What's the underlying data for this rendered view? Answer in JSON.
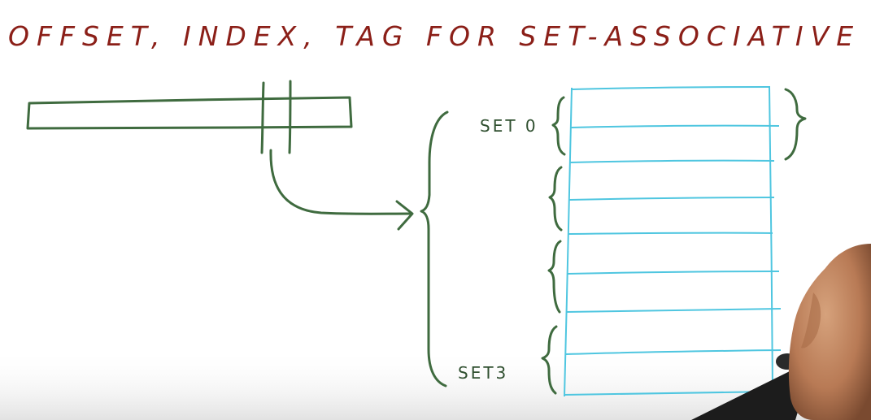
{
  "title": "OFFSET, INDEX, TAG   FOR  SET-ASSOCIATIVE",
  "labels": {
    "set_first": "SET 0",
    "set_last": "SET3"
  },
  "colors": {
    "title_ink": "#8b1f18",
    "marker_green": "#3f6b3f",
    "grid_cyan": "#4fc6e0",
    "background": "#ffffff"
  },
  "diagram": {
    "address_fields": 3,
    "cache_rows": 8,
    "sets": 4,
    "ways_per_set": 2
  }
}
